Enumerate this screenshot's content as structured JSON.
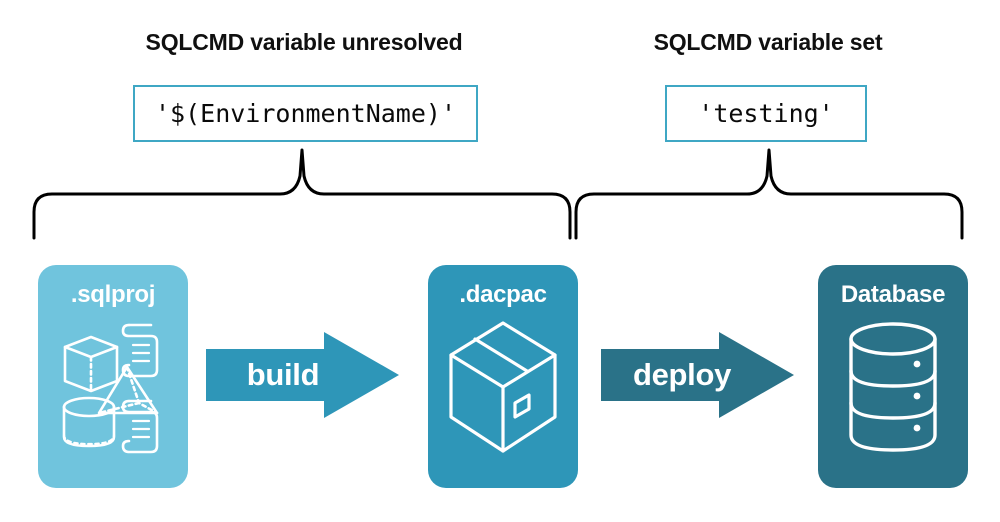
{
  "sections": [
    {
      "title": "SQLCMD variable unresolved",
      "value": "'$(EnvironmentName)'"
    },
    {
      "title": "SQLCMD variable set",
      "value": "'testing'"
    }
  ],
  "pipeline": {
    "stages": [
      {
        "label": ".sqlproj",
        "icon": "project-artifacts-icon",
        "color": "#70c4dd"
      },
      {
        "label": ".dacpac",
        "icon": "package-box-icon",
        "color": "#2e96b8"
      },
      {
        "label": "Database",
        "icon": "database-cylinder-icon",
        "color": "#2a7288"
      }
    ],
    "arrows": [
      {
        "label": "build",
        "color": "#2e96b8"
      },
      {
        "label": "deploy",
        "color": "#2a7288"
      }
    ]
  },
  "colors": {
    "background": "#ffffff",
    "code_box_border": "#3fa7c4",
    "brace_stroke": "#000000",
    "heading_text": "#101010",
    "card_text": "#ffffff",
    "light_blue": "#70c4dd",
    "medium_teal": "#2e96b8",
    "dark_teal": "#2a7288"
  }
}
